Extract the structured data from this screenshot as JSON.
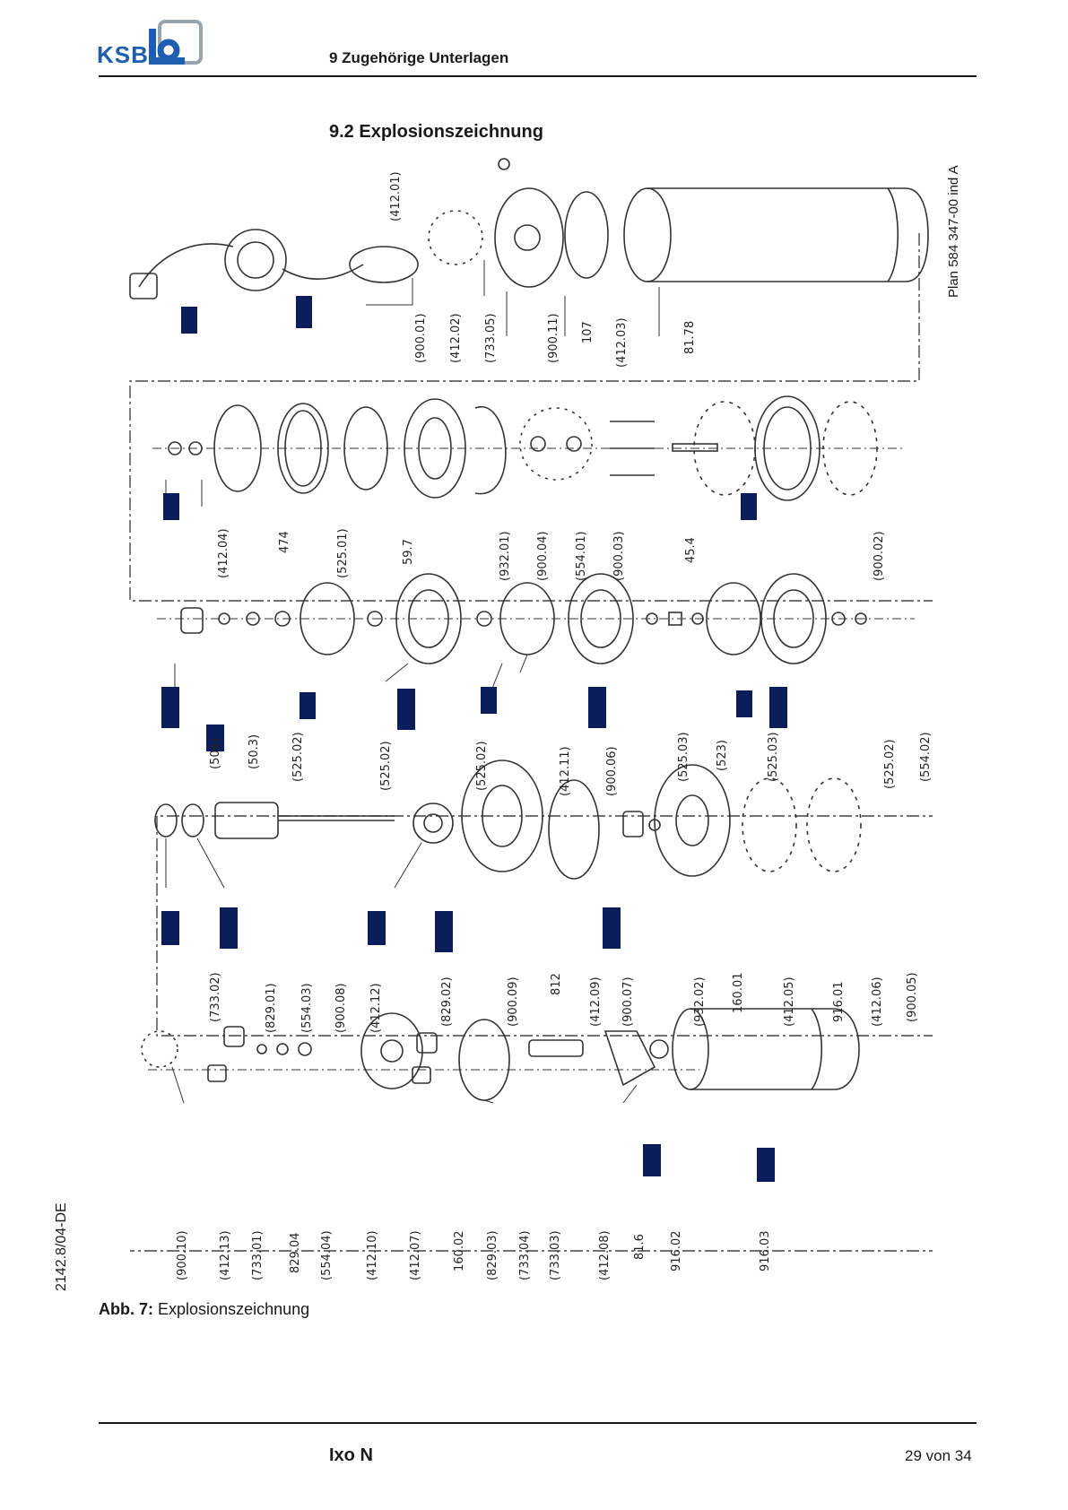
{
  "header": {
    "logo_text": "KSB",
    "section": "9 Zugehörige Unterlagen"
  },
  "title": "9.2 Explosionszeichnung",
  "plan_note": "Plan 584 347-00 ind A",
  "doc_number": "2142.8/04-DE",
  "caption": {
    "prefix": "Abb. 7:",
    "text": "Explosionszeichnung"
  },
  "footer": {
    "product": "Ixo N",
    "page": "29 von 34"
  },
  "diagram": {
    "row1_labels": [
      "(412.01)",
      "(900.01)",
      "(412.02)",
      "(733.05)",
      "(900.11)",
      "107",
      "(412.03)",
      "81.78"
    ],
    "row2_labels": [
      "(412.04)",
      "474",
      "(525.01)",
      "59.7",
      "(932.01)",
      "(900.04)",
      "(554.01)",
      "(900.03)",
      "45.4",
      "(900.02)"
    ],
    "row3_labels": [
      "(506)",
      "(50.3)",
      "(525.02)",
      "(525.02)",
      "(525.02)",
      "(412.11)",
      "(900.06)",
      "(525.03)",
      "(523)",
      "(525.03)",
      "(525.02)",
      "(554.02)"
    ],
    "row4_labels": [
      "(733.02)",
      "(829.01)",
      "(554.03)",
      "(900.08)",
      "(412.12)",
      "(829.02)",
      "(900.09)",
      "812",
      "(412.09)",
      "(900.07)",
      "(932.02)",
      "160.01",
      "(412.05)",
      "916.01",
      "(412.06)",
      "(900.05)"
    ],
    "row5_labels": [
      "(900.10)",
      "(412.13)",
      "(733.01)",
      "829.04",
      "(554.04)",
      "(412.10)",
      "(412.07)",
      "160.02",
      "(829.03)",
      "(733.04)",
      "(733.03)",
      "(412.08)",
      "81.6",
      "916.02",
      "916.03"
    ]
  }
}
